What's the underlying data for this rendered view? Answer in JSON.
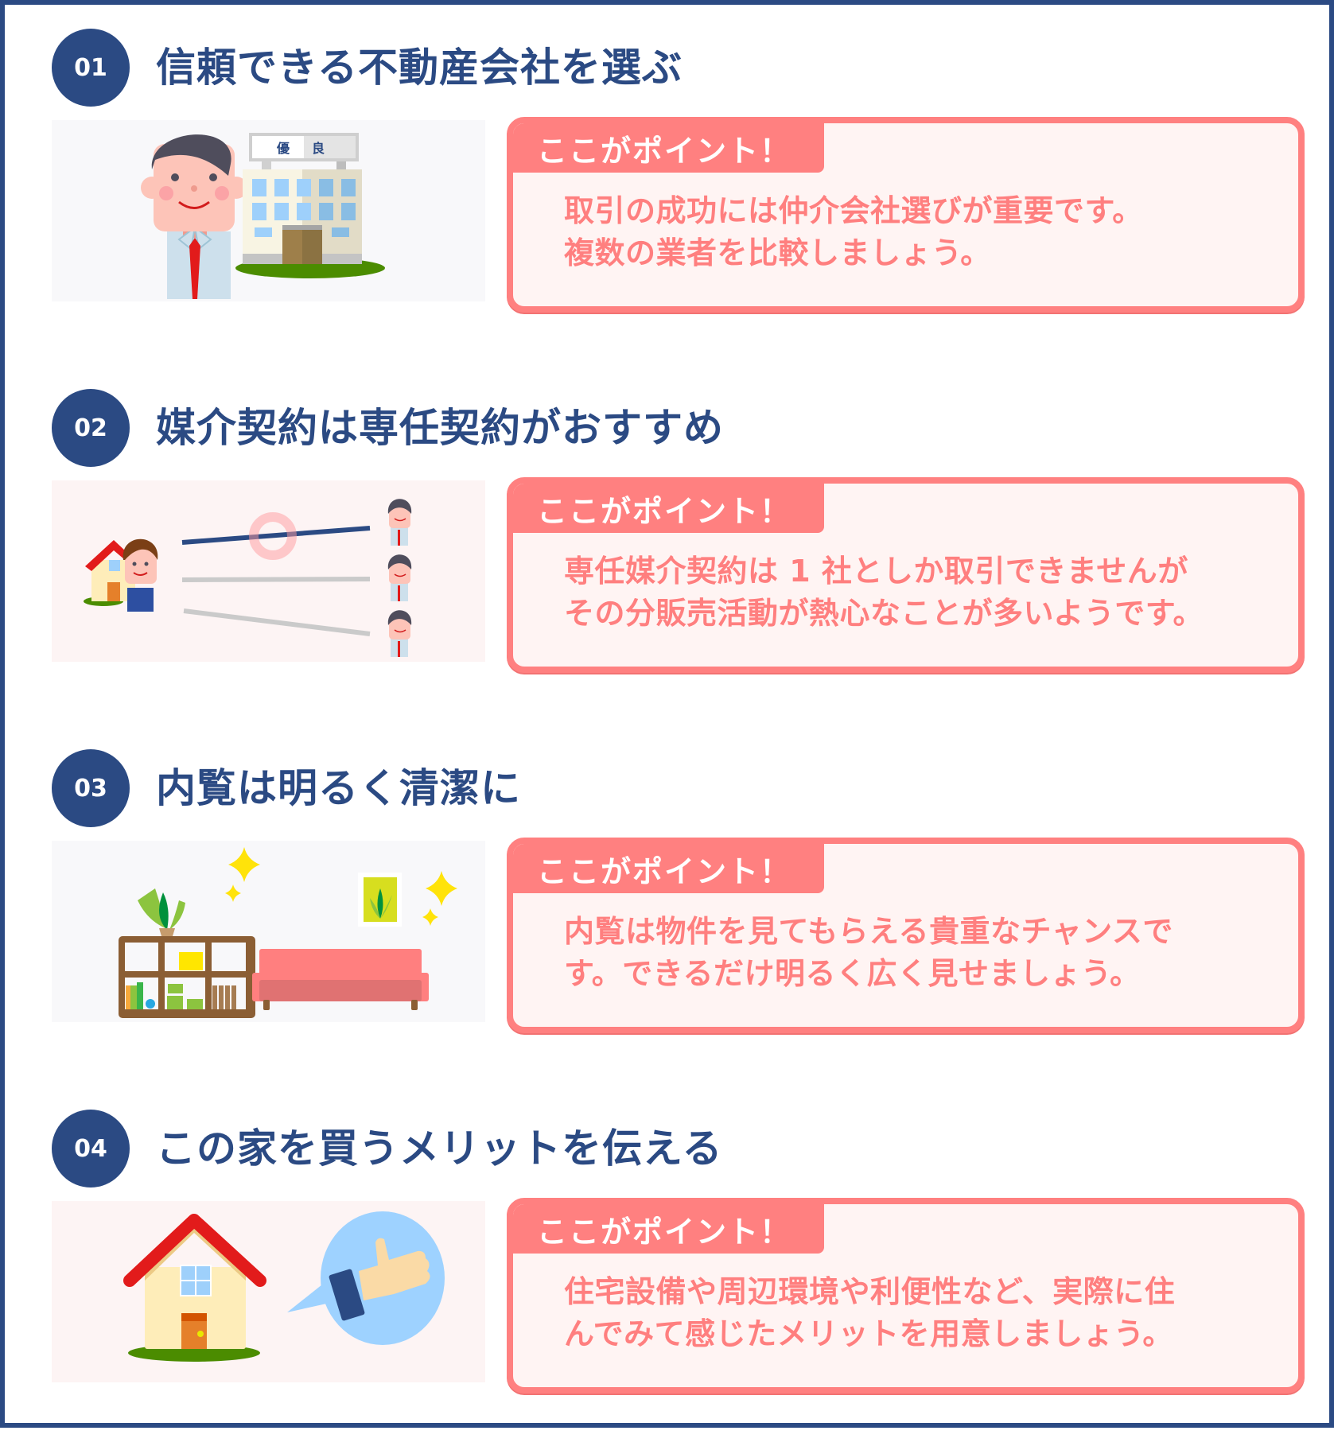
{
  "colors": {
    "navy": "#2b4a83",
    "pink": "#ff8080",
    "pink_text": "#ff7f7f",
    "box_bg": "#fff4f3"
  },
  "sections": [
    {
      "number": "01",
      "title": "信頼できる不動産会社を選ぶ",
      "tab_label": "ここがポイント！",
      "body_lines": [
        "取引の成功には仲介会社選びが重要です。",
        "複数の業者を比較しましょう。"
      ],
      "illustration": "agent-and-building",
      "sign_text": [
        "優",
        "良"
      ]
    },
    {
      "number": "02",
      "title": "媒介契約は専任契約がおすすめ",
      "tab_label": "ここがポイント！",
      "body_lines": [
        "専任媒介契約は 1 社としか取引できませんが",
        "その分販売活動が熱心なことが多いようです。"
      ],
      "illustration": "owner-connected-to-one-agent"
    },
    {
      "number": "03",
      "title": "内覧は明るく清潔に",
      "tab_label": "ここがポイント！",
      "body_lines": [
        "内覧は物件を見てもらえる貴重なチャンスで",
        "す。できるだけ明るく広く見せましょう。"
      ],
      "illustration": "clean-living-room"
    },
    {
      "number": "04",
      "title": "この家を買うメリットを伝える",
      "tab_label": "ここがポイント！",
      "body_lines": [
        "住宅設備や周辺環境や利便性など、実際に住",
        "んでみて感じたメリットを用意しましょう。"
      ],
      "illustration": "house-with-thumbs-up"
    }
  ]
}
